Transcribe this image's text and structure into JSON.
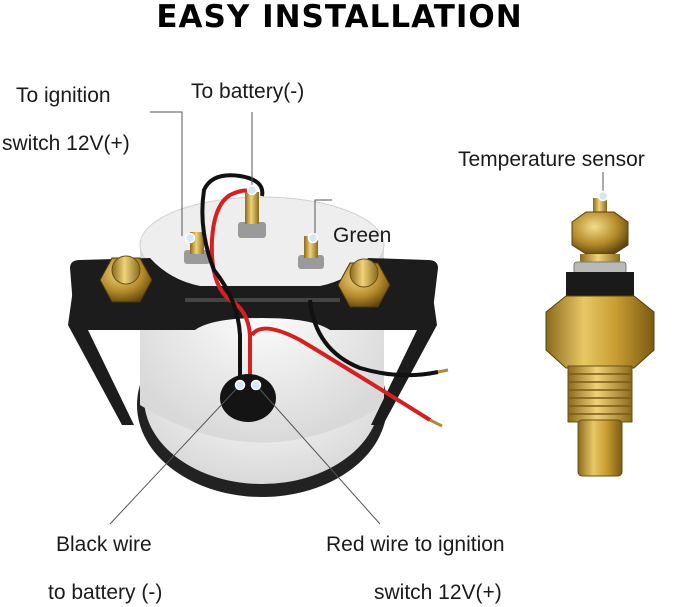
{
  "title": "EASY INSTALLATION",
  "labels": {
    "ignition_line1": "To ignition",
    "ignition_line2": "switch 12V(+)",
    "battery_neg": "To battery(-)",
    "temperature_sensor": "Temperature sensor",
    "green": "Green",
    "black_wire_line1": "Black wire",
    "black_wire_line2": "to battery (-)",
    "red_wire_line1": "Red wire to ignition",
    "red_wire_line2": "switch 12V(+)"
  },
  "colors": {
    "bracket": "#1c1c1c",
    "gauge_body": "#f2f2f2",
    "brass": "#c9a23a",
    "red_wire": "#d42020",
    "black_wire": "#111111",
    "leader": "#555555"
  }
}
